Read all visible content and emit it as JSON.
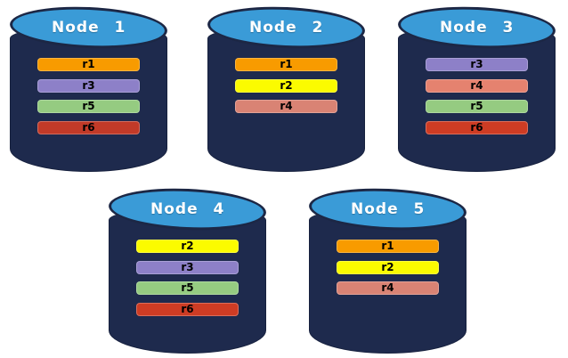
{
  "diagram": {
    "description": "Five database node cylinders showing replica placement",
    "background_color": "#FFFFFF",
    "node_body_color": "#1E2A4D",
    "node_top_color": "#3A9BD7",
    "outline_color": "#1C2745",
    "title_text_color": "#FFFFFF",
    "replica_text_color": "#000000"
  },
  "replica_palette": {
    "r1": "#F89B00",
    "r2": "#FBFB00",
    "r3": "#8D80C8",
    "r4": "#DC8170",
    "r5": "#95CB81",
    "r6": "#C93A26"
  },
  "nodes": [
    {
      "title": "Node 1",
      "replicas": [
        {
          "label": "r1",
          "color": "#F89B00"
        },
        {
          "label": "r3",
          "color": "#8D80C8"
        },
        {
          "label": "r5",
          "color": "#95CB81"
        },
        {
          "label": "r6",
          "color": "#C23A28"
        }
      ]
    },
    {
      "title": "Node 2",
      "replicas": [
        {
          "label": "r1",
          "color": "#F89B00"
        },
        {
          "label": "r2",
          "color": "#FBFB00"
        },
        {
          "label": "r4",
          "color": "#D98374"
        }
      ]
    },
    {
      "title": "Node 3",
      "replicas": [
        {
          "label": "r3",
          "color": "#8D80C8"
        },
        {
          "label": "r4",
          "color": "#E5826F"
        },
        {
          "label": "r5",
          "color": "#95CB81"
        },
        {
          "label": "r6",
          "color": "#CE3C24"
        }
      ]
    },
    {
      "title": "Node 4",
      "replicas": [
        {
          "label": "r2",
          "color": "#FBFB00"
        },
        {
          "label": "r3",
          "color": "#8D80C8"
        },
        {
          "label": "r5",
          "color": "#95CB81"
        },
        {
          "label": "r6",
          "color": "#CE3C24"
        }
      ]
    },
    {
      "title": "Node 5",
      "replicas": [
        {
          "label": "r1",
          "color": "#F89B00"
        },
        {
          "label": "r2",
          "color": "#FBFB00"
        },
        {
          "label": "r4",
          "color": "#D98374"
        }
      ]
    }
  ]
}
